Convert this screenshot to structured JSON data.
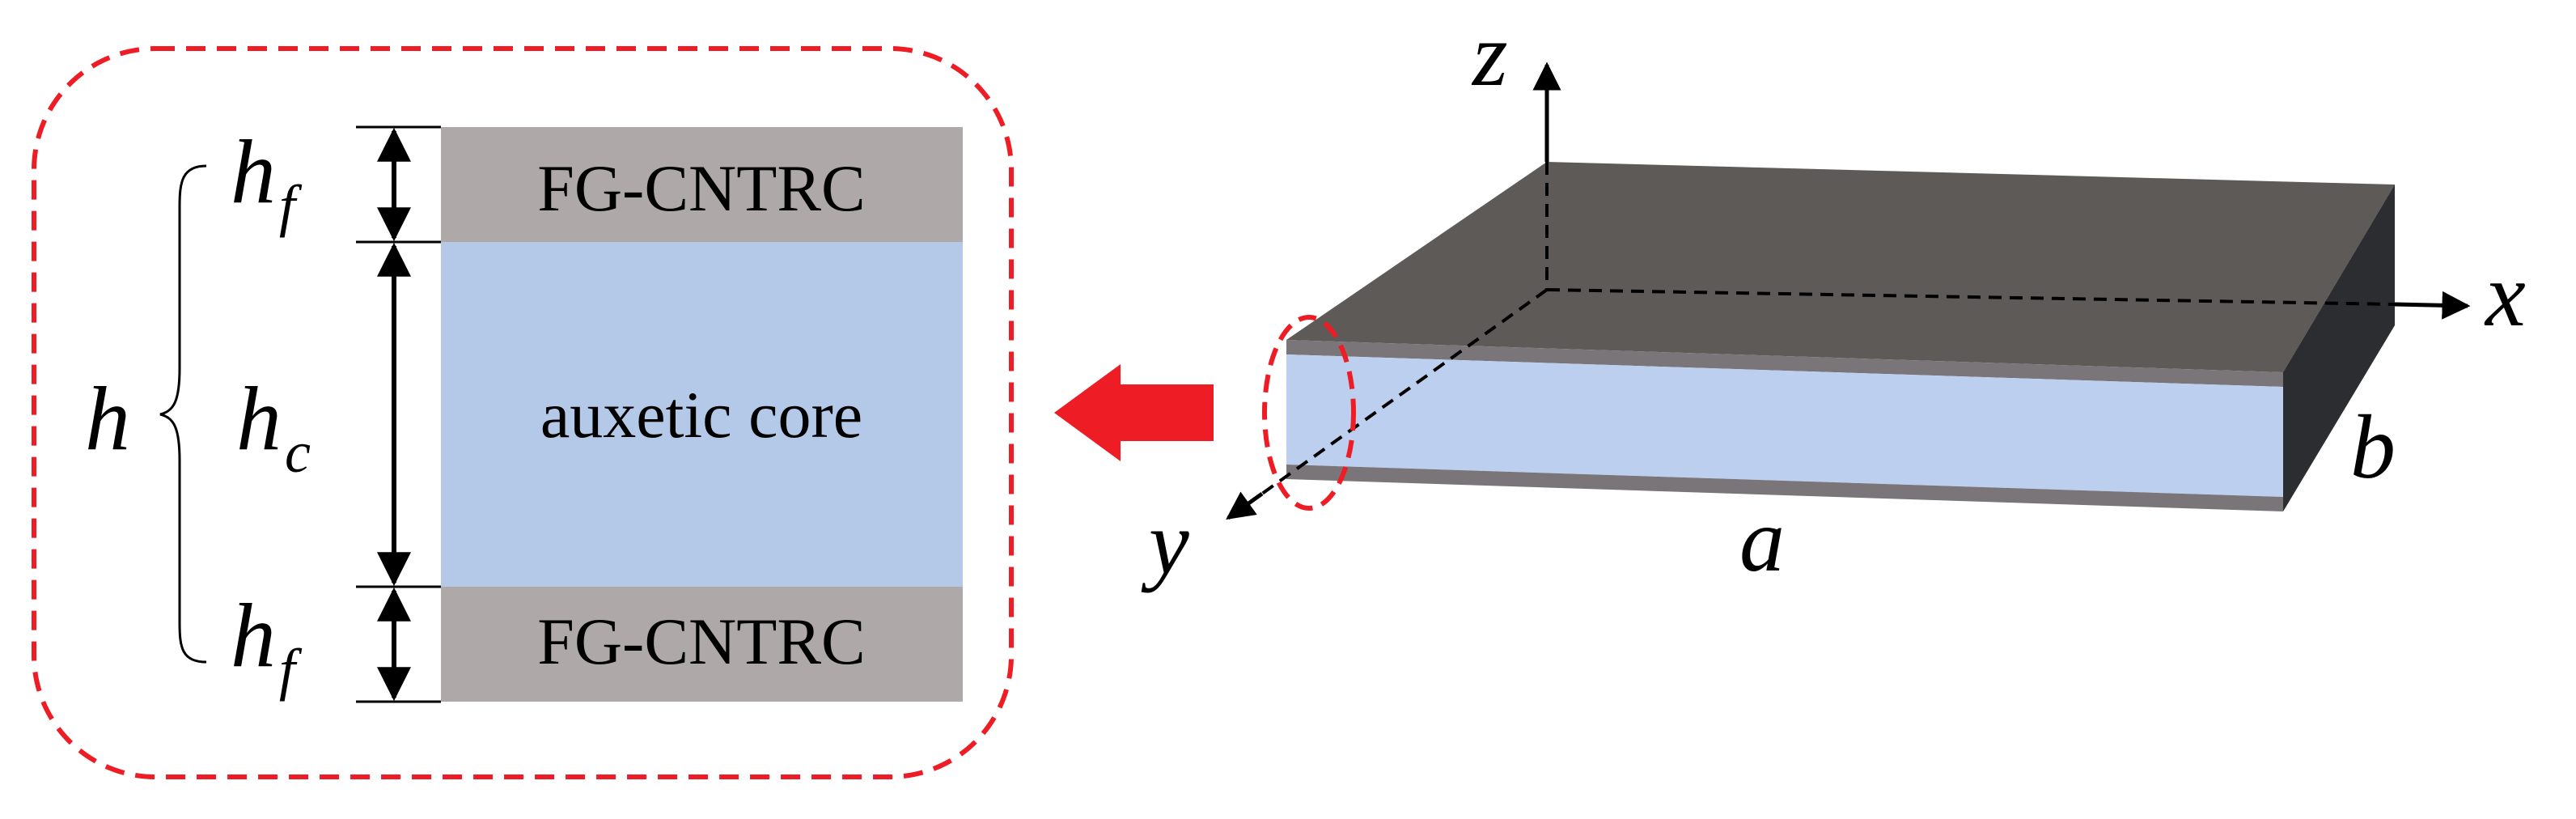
{
  "cross_section": {
    "top_face_label": "FG-CNTRC",
    "core_label": "auxetic core",
    "bottom_face_label": "FG-CNTRC",
    "thickness_symbol": "h",
    "face_thickness_symbol": "h",
    "face_thickness_subscript": "f",
    "core_thickness_symbol": "h",
    "core_thickness_subscript": "c"
  },
  "plate": {
    "axis_x": "x",
    "axis_y": "y",
    "axis_z": "z",
    "length_symbol": "a",
    "width_symbol": "b"
  },
  "colors": {
    "face_sheet": "#aea9a8",
    "core": "#b4c8e8",
    "plate_top": "#5d5a58",
    "plate_side": "#2c2d30",
    "plate_edge": "#7a7578",
    "highlight": "#ee1c24",
    "line": "#000000"
  }
}
